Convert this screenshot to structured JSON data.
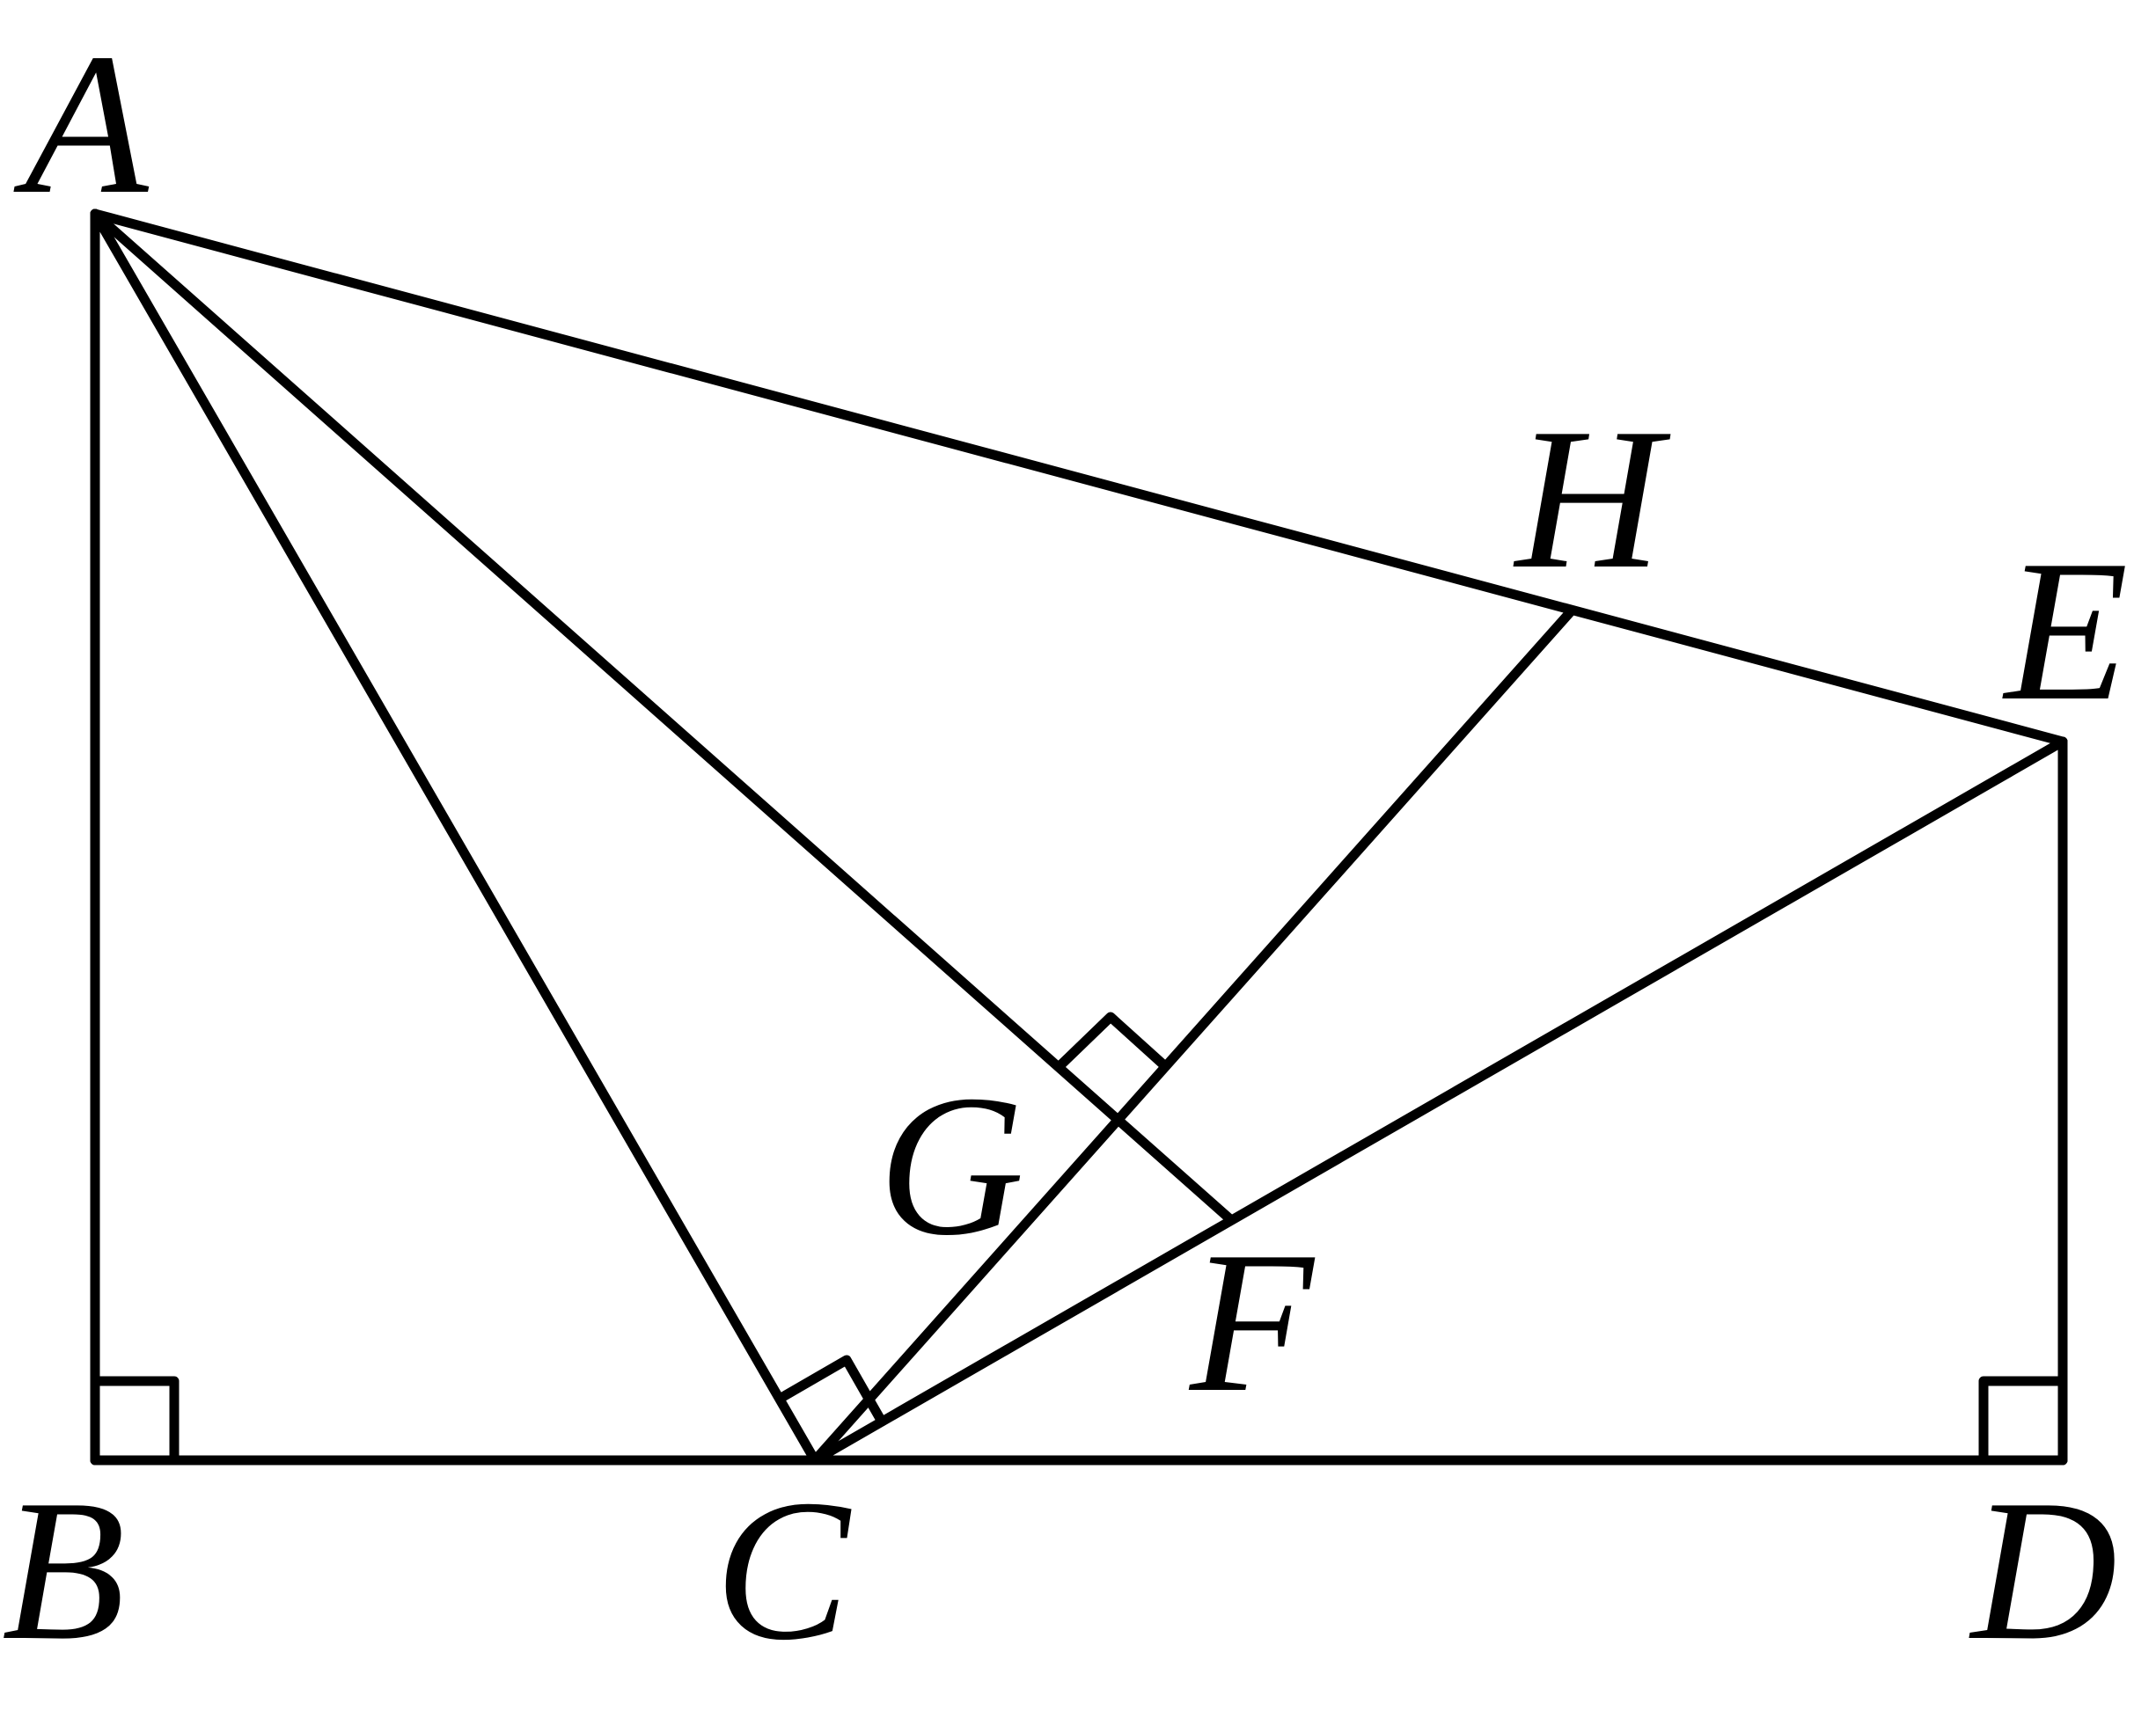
{
  "points": [
    {
      "name": "A"
    },
    {
      "name": "B"
    },
    {
      "name": "C"
    },
    {
      "name": "D"
    },
    {
      "name": "E"
    },
    {
      "name": "F"
    },
    {
      "name": "G"
    },
    {
      "name": "H"
    }
  ],
  "segments": [
    [
      "A",
      "B"
    ],
    [
      "B",
      "D"
    ],
    [
      "D",
      "E"
    ],
    [
      "A",
      "E"
    ],
    [
      "A",
      "C"
    ],
    [
      "C",
      "E"
    ],
    [
      "A",
      "F"
    ],
    [
      "C",
      "H"
    ]
  ],
  "right_angles": [
    "B",
    "D",
    "ACE",
    "AGH"
  ]
}
